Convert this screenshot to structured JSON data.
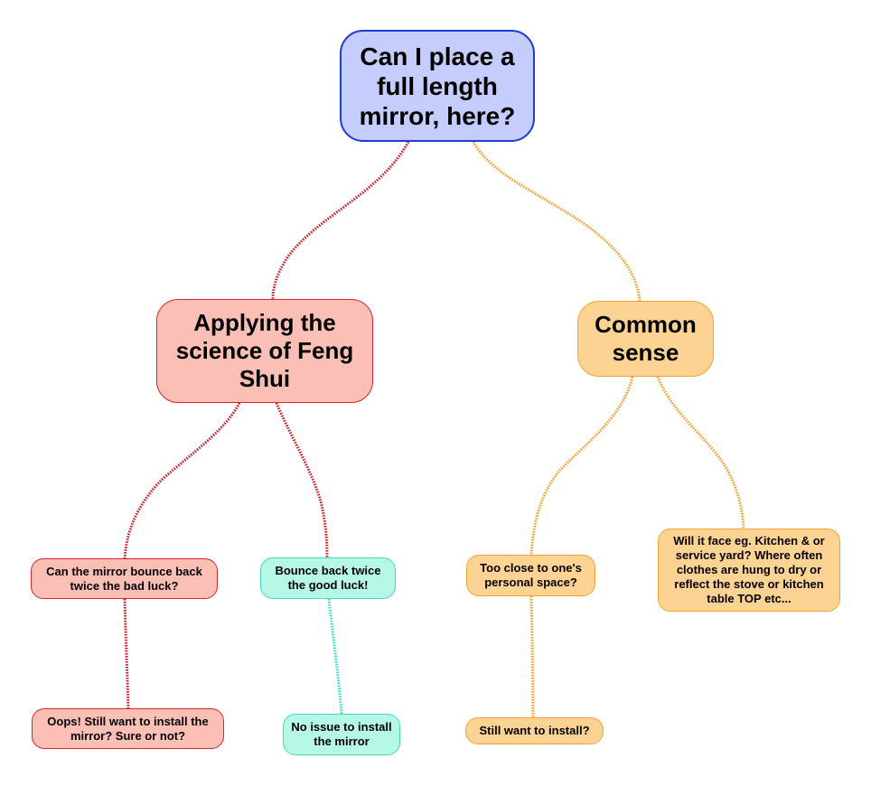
{
  "diagram": {
    "type": "mind-map",
    "colors": {
      "root_fill": "#c5cdfc",
      "root_border": "#1d3bd6",
      "red_fill": "#fbbfb5",
      "red_border": "#d9242a",
      "red_link": "#c8202a",
      "teal_fill": "#b5f8e8",
      "teal_border": "#44d9be",
      "teal_link": "#3fd6c2",
      "orange_fill": "#fdd394",
      "orange_border": "#f0a531",
      "orange_link": "#eea22d"
    },
    "nodes": {
      "root": {
        "text": "Can I place a full length mirror, here?"
      },
      "feng_shui": {
        "text": "Applying the science of Feng Shui"
      },
      "common_sense": {
        "text": "Common sense"
      },
      "bad_luck": {
        "text": "Can the mirror bounce back twice the bad luck?"
      },
      "good_luck": {
        "text": "Bounce back twice the good luck!"
      },
      "too_close": {
        "text": "Too close to one's personal space?"
      },
      "face_kitchen": {
        "text": "Will it face eg. Kitchen & or service yard? Where often clothes are hung to dry or reflect the stove or kitchen table TOP etc..."
      },
      "oops": {
        "text": "Oops! Still want to install the mirror? Sure or not?"
      },
      "no_issue": {
        "text": "No issue to install the mirror"
      },
      "still_install": {
        "text": "Still want to install?"
      }
    },
    "edges": [
      {
        "from": "root",
        "to": "feng_shui",
        "color": "red"
      },
      {
        "from": "root",
        "to": "common_sense",
        "color": "orange"
      },
      {
        "from": "feng_shui",
        "to": "bad_luck",
        "color": "red"
      },
      {
        "from": "feng_shui",
        "to": "good_luck",
        "color": "red"
      },
      {
        "from": "bad_luck",
        "to": "oops",
        "color": "red"
      },
      {
        "from": "good_luck",
        "to": "no_issue",
        "color": "teal"
      },
      {
        "from": "common_sense",
        "to": "too_close",
        "color": "orange"
      },
      {
        "from": "common_sense",
        "to": "face_kitchen",
        "color": "orange"
      },
      {
        "from": "too_close",
        "to": "still_install",
        "color": "orange"
      }
    ]
  }
}
